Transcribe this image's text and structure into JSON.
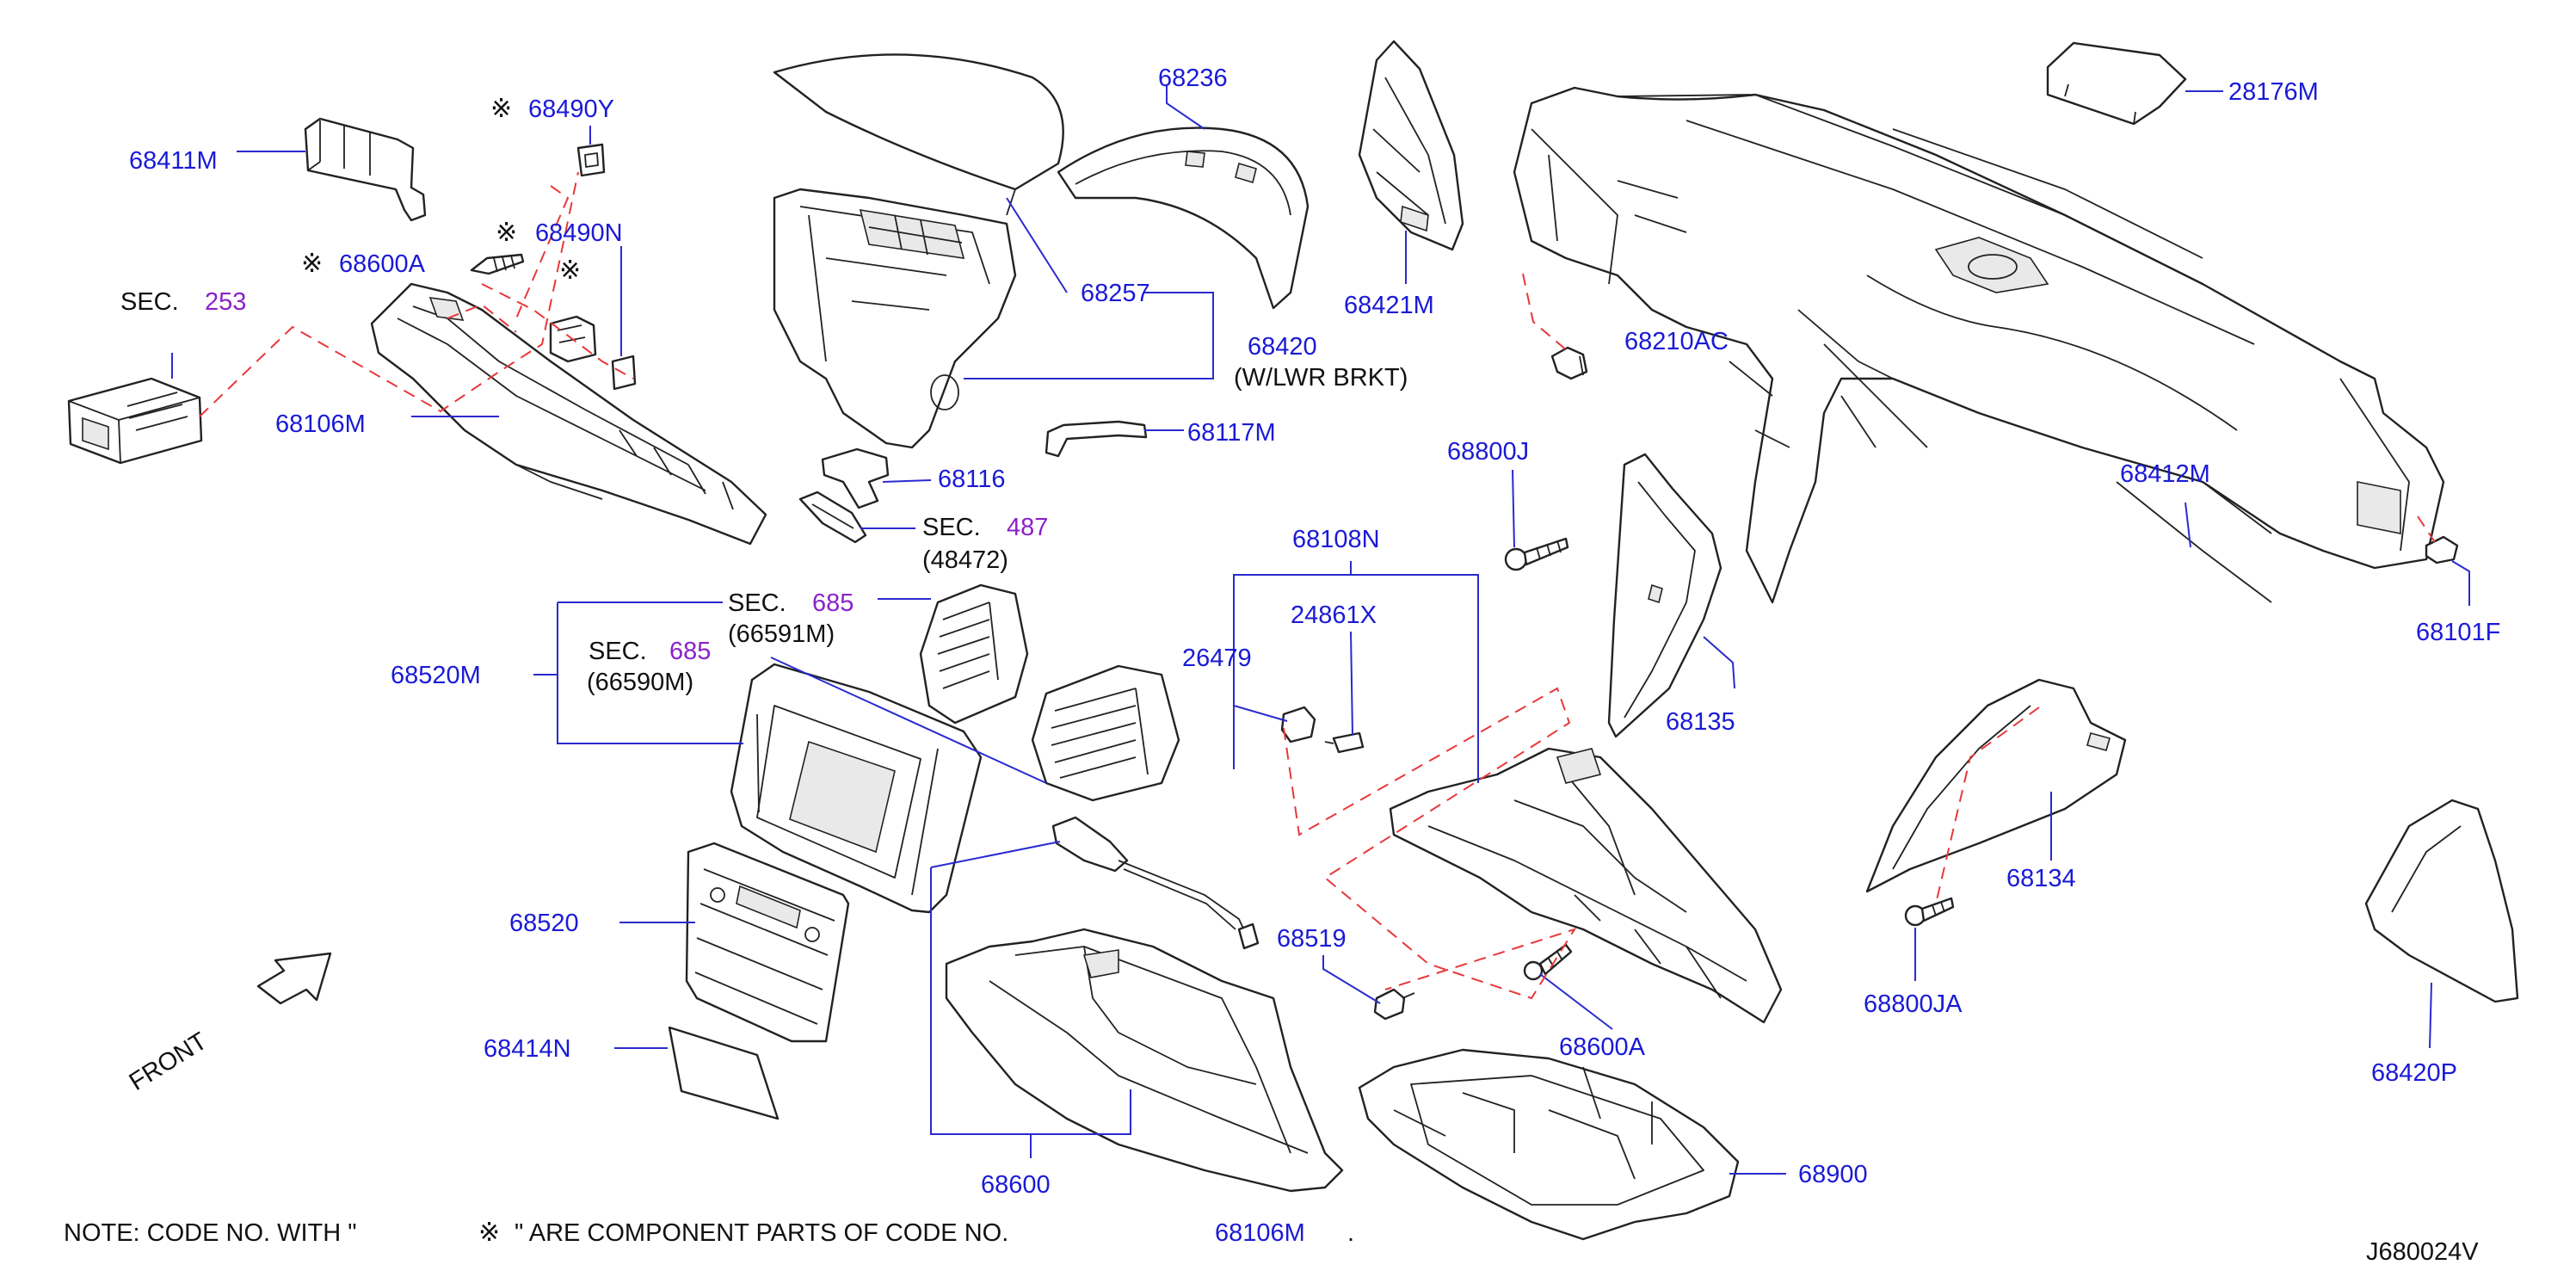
{
  "diagram": {
    "part_labels": {
      "p68411M": "68411M",
      "p68490Y": "68490Y",
      "p68490N": "68490N",
      "p68600A_top": "68600A",
      "p68106M": "68106M",
      "p68257": "68257",
      "p68236": "68236",
      "p68420": "68420",
      "p68421M": "68421M",
      "p68210AC": "68210AC",
      "p68117M": "68117M",
      "p68116": "68116",
      "p28176M": "28176M",
      "p68412M": "68412M",
      "p68800J": "68800J",
      "p68101F": "68101F",
      "p68108N": "68108N",
      "p24861X": "24861X",
      "p26479": "26479",
      "p68135": "68135",
      "p68520M": "68520M",
      "p68520": "68520",
      "p68414N": "68414N",
      "p68519": "68519",
      "p68600": "68600",
      "p68600A_bot": "68600A",
      "p68900": "68900",
      "p68134": "68134",
      "p68800JA": "68800JA",
      "p68420P": "68420P"
    },
    "sections": {
      "sec253": {
        "prefix": "SEC.",
        "number": "253"
      },
      "sec487": {
        "prefix": "SEC.",
        "number": "487",
        "sub": "(48472)"
      },
      "sec685a": {
        "prefix": "SEC.",
        "number": "685",
        "sub": "(66591M)"
      },
      "sec685b": {
        "prefix": "SEC.",
        "number": "685",
        "sub": "(66590M)"
      }
    },
    "note_68420": "(W/LWR   BRKT)",
    "component_mark": "※",
    "front_label": "FRONT",
    "note": {
      "prefix": "NOTE:  CODE  NO.  WITH  \"",
      "suffix": "\"  ARE  COMPONENT  PARTS  OF  CODE  NO.",
      "code": "68106M",
      "end": "."
    },
    "diagram_id": "J680024V",
    "colors": {
      "part_number": "#1a1ad6",
      "section_number": "#8a22c8",
      "dashed_leader": "#e8383a"
    }
  }
}
